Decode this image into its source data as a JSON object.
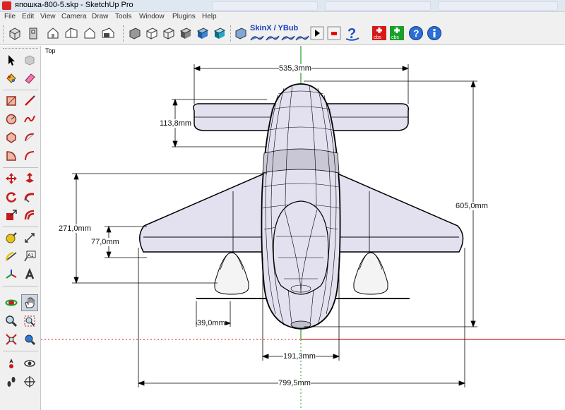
{
  "window": {
    "title": "япошка-800-5.skp - SketchUp Pro"
  },
  "menu": [
    "File",
    "Edit",
    "View",
    "Camera",
    "Draw",
    "Tools",
    "Window",
    "Plugins",
    "Help"
  ],
  "toolbar": {
    "buttons": [
      "iso-view-icon",
      "top-view-icon",
      "front-view-icon",
      "right-view-icon",
      "back-view-icon",
      "left-view-icon",
      "xray-style-icon",
      "wireframe-style-icon",
      "hidden-line-style-icon",
      "shaded-style-icon",
      "shaded-texture-style-icon",
      "monochrome-style-icon"
    ],
    "skin_label": "SkinX / YBub",
    "extra_buttons": [
      "play-icon",
      "stop-icon",
      "question-icon",
      "cbs-icon",
      "cbs-plus-icon",
      "help-icon",
      "info-icon"
    ],
    "cbs_text": "cbs"
  },
  "left_tools": [
    "select-arrow-icon",
    "make-component-icon",
    "paint-bucket-icon",
    "eraser-icon",
    "rectangle-icon",
    "pencil-line-icon",
    "circle-icon",
    "freehand-icon",
    "polygon-icon",
    "arc-icon",
    "pie-icon",
    "two-point-arc-icon",
    "move-icon",
    "push-pull-icon",
    "rotate-icon",
    "follow-me-icon",
    "scale-icon",
    "offset-icon",
    "tape-measure-icon",
    "dimension-icon",
    "protractor-icon",
    "text-icon",
    "axes-icon",
    "3d-text-icon",
    "orbit-icon",
    "pan-hand-icon",
    "zoom-icon",
    "zoom-window-icon",
    "zoom-extents-icon",
    "previous-view-icon",
    "position-camera-icon",
    "look-around-icon",
    "walk-icon",
    "section-plane-icon"
  ],
  "left_tools_text": "A1",
  "viewport": {
    "scene_label": "Top",
    "dimensions": {
      "top_span": "535,3mm",
      "tail_depth": "113,8mm",
      "height": "605,0mm",
      "wing_depth": "271,0mm",
      "engine_depth": "77,0mm",
      "wheel_width": "39,0mm",
      "fuselage_width": "191,3mm",
      "wingspan": "799,5mm"
    },
    "colors": {
      "surface": "#e3e1ef",
      "edge": "#000000",
      "axis_green": "#2a9d2a",
      "axis_red": "#cc2222",
      "engine": "#f2f2f2"
    }
  }
}
